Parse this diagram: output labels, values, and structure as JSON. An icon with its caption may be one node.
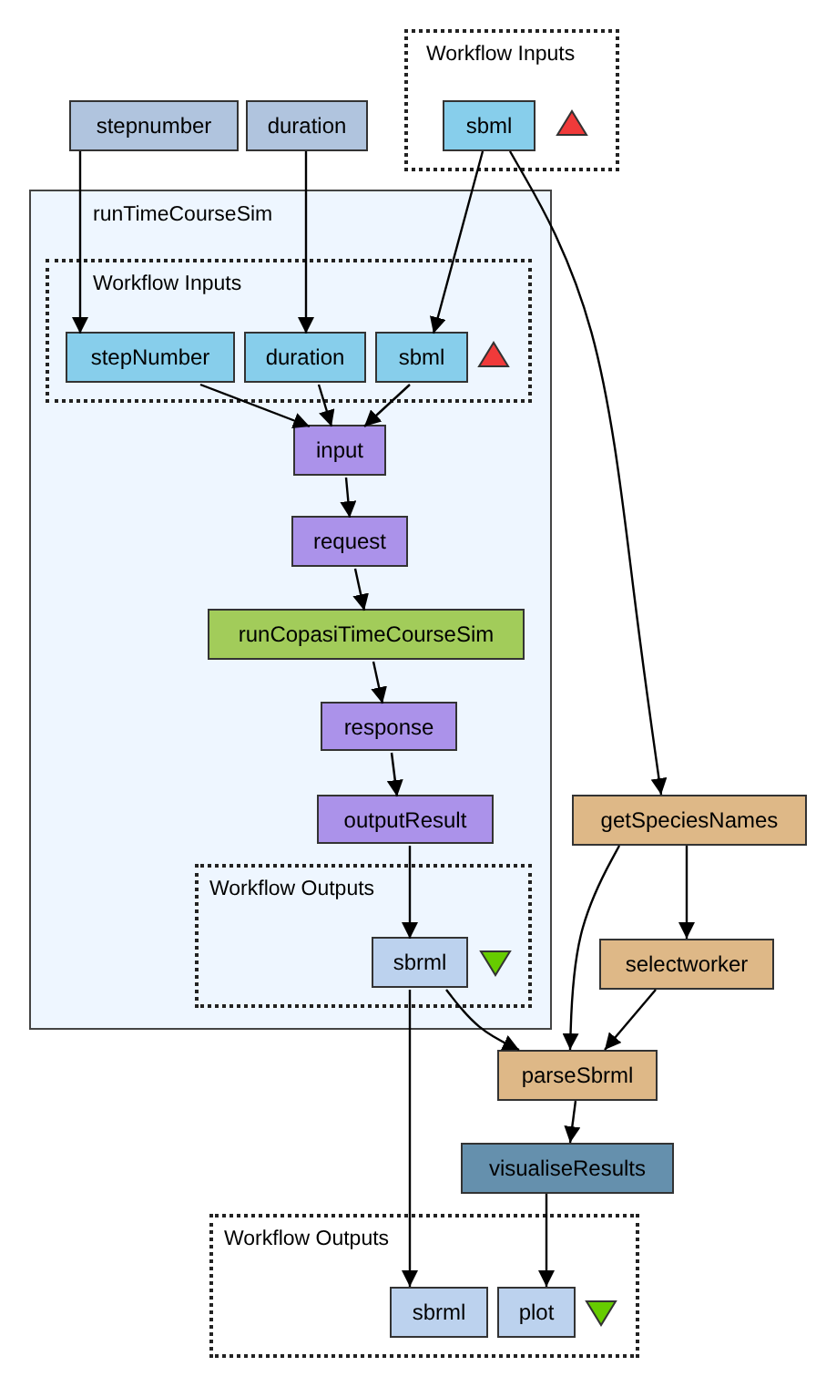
{
  "diagram": {
    "nodes": [
      {
        "text": [
          "stepnumber"
        ]
      },
      {
        "text": [
          "duration"
        ]
      },
      {
        "text": [
          "Workflow Inputs"
        ]
      },
      {
        "text": [
          "sbml"
        ],
        "in": 2
      },
      {
        "text": [
          "runTimeCourseSim"
        ]
      },
      {
        "text": [
          "Workflow Inputs"
        ],
        "in": 4
      },
      {
        "text": [
          "stepNumber"
        ],
        "in": 5
      },
      {
        "text": [
          "duration"
        ],
        "in": 5
      },
      {
        "text": [
          "sbml"
        ],
        "in": 5
      },
      {
        "text": [
          "input"
        ],
        "in": 4
      },
      {
        "text": [
          "request"
        ],
        "in": 4
      },
      {
        "text": [
          "runCopasiTimeCourseSim"
        ],
        "in": 4
      },
      {
        "text": [
          "response"
        ],
        "in": 4
      },
      {
        "text": [
          "outputResult"
        ],
        "in": 4
      },
      {
        "text": [
          "Workflow Outputs"
        ],
        "in": 4
      },
      {
        "text": [
          "sbrml"
        ],
        "in": 14
      },
      {
        "text": [
          "getSpeciesNames"
        ]
      },
      {
        "text": [
          "selectworker"
        ]
      },
      {
        "text": [
          "parseSbrml"
        ]
      },
      {
        "text": [
          "visualiseResults"
        ]
      },
      {
        "text": [
          "Workflow Outputs"
        ]
      },
      {
        "text": [
          "sbrml"
        ],
        "in": 20
      },
      {
        "text": [
          "plot"
        ],
        "in": 20
      }
    ],
    "edges": [
      {
        "from": 0,
        "to": 6,
        "arrow": "to"
      },
      {
        "from": 1,
        "to": 7,
        "arrow": "to"
      },
      {
        "from": 3,
        "to": 8,
        "arrow": "to"
      },
      {
        "from": 3,
        "to": 16,
        "arrow": "to"
      },
      {
        "from": 6,
        "to": 9,
        "arrow": "to"
      },
      {
        "from": 7,
        "to": 9,
        "arrow": "to"
      },
      {
        "from": 8,
        "to": 9,
        "arrow": "to"
      },
      {
        "from": 9,
        "to": 10,
        "arrow": "to"
      },
      {
        "from": 10,
        "to": 11,
        "arrow": "to"
      },
      {
        "from": 11,
        "to": 12,
        "arrow": "to"
      },
      {
        "from": 12,
        "to": 13,
        "arrow": "to"
      },
      {
        "from": 13,
        "to": 15,
        "arrow": "to"
      },
      {
        "from": 15,
        "to": 18,
        "arrow": "to"
      },
      {
        "from": 15,
        "to": 21,
        "arrow": "to"
      },
      {
        "from": 16,
        "to": 17,
        "arrow": "to"
      },
      {
        "from": 16,
        "to": 18,
        "arrow": "to"
      },
      {
        "from": 17,
        "to": 18,
        "arrow": "to"
      },
      {
        "from": 18,
        "to": 19,
        "arrow": "to"
      },
      {
        "from": 19,
        "to": 22,
        "arrow": "to"
      }
    ]
  }
}
